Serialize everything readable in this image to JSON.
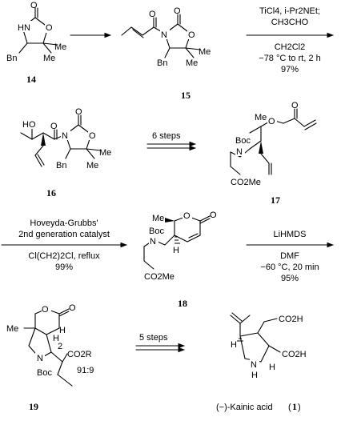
{
  "compounds": {
    "c14": {
      "id": "14",
      "atoms": {
        "NH": "HN",
        "O_carbonyl": "O",
        "O_ring": "O",
        "Bn": "Bn",
        "Me1": "Me",
        "Me2": "Me"
      }
    },
    "c15": {
      "id": "15",
      "atoms": {
        "O1": "O",
        "O2": "O",
        "N": "N",
        "O_ring": "O",
        "Bn": "Bn",
        "Me1": "Me",
        "Me2": "Me"
      }
    },
    "c16": {
      "id": "16",
      "atoms": {
        "HO": "HO",
        "O1": "O",
        "O2": "O",
        "N": "N",
        "O_ring": "O",
        "Bn": "Bn",
        "Me1": "Me",
        "Me2": "Me"
      }
    },
    "c17": {
      "id": "17",
      "atoms": {
        "Me": "Me",
        "O_ester": "O",
        "O_carbonyl": "O",
        "Boc": "Boc",
        "N": "N",
        "CO2Me": "CO2Me"
      }
    },
    "c18": {
      "id": "18",
      "atoms": {
        "Me": "Me",
        "O_ring": "O",
        "O_carbonyl": "O",
        "Boc": "Boc",
        "N": "N",
        "H": "H",
        "CO2Me": "CO2Me"
      }
    },
    "c19": {
      "id": "19",
      "atoms": {
        "O_ring": "O",
        "O_carbonyl": "O",
        "Me": "Me",
        "H1": "H",
        "H2": "H",
        "pos2": "2",
        "CO2R": "CO2R",
        "N": "N",
        "Boc": "Boc",
        "ratio": "91:9"
      }
    },
    "kainic": {
      "name": "(−)-Kainic acid",
      "number": "1",
      "atoms": {
        "CO2H_top": "CO2H",
        "CO2H_bottom": "CO2H",
        "NH": "N",
        "H_n": "H",
        "H1": "H",
        "H2": "H"
      }
    }
  },
  "steps": {
    "s1": {
      "label": ""
    },
    "s2": {
      "lines": [
        "TiCl4, i-Pr2NEt;",
        "CH3CHO",
        "CH2Cl2",
        "−78 °C to rt, 2 h",
        "97%"
      ]
    },
    "s3": {
      "label": "6 steps"
    },
    "s4": {
      "lines": [
        "Hoveyda-Grubbs'",
        "2nd generation catalyst",
        "Cl(CH2)2Cl, reflux",
        "99%"
      ]
    },
    "s5": {
      "lines": [
        "LiHMDS",
        "DMF",
        "−60 °C, 20 min",
        "95%"
      ]
    },
    "s6": {
      "label": "5 steps"
    }
  }
}
